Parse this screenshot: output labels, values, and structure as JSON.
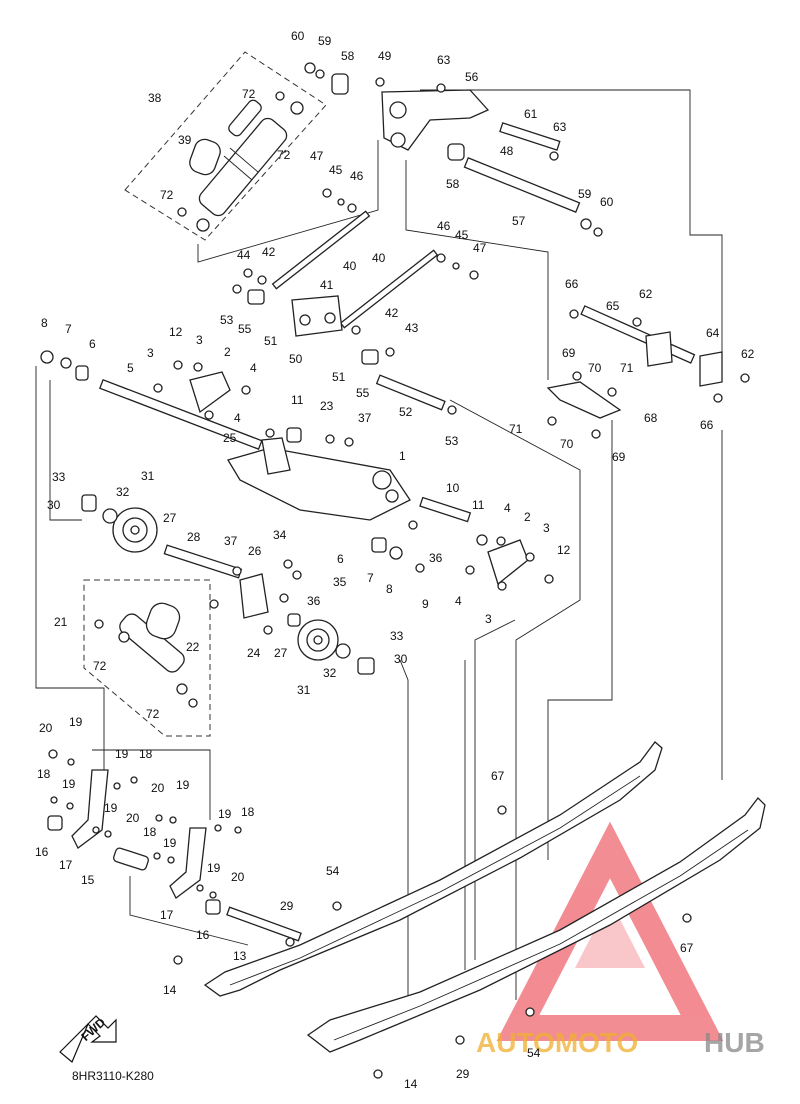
{
  "diagram_code": "8HR3110-K280",
  "fwd_label": "FWD",
  "watermark": {
    "brand_part1": "AUTOMOTO",
    "brand_part2": "HUB",
    "accent_color": "#e8303a",
    "muted_color": "#888888",
    "gold_color": "#f0b030"
  },
  "callouts": [
    {
      "id": "c1",
      "text": "1"
    },
    {
      "id": "c2a",
      "text": "2"
    },
    {
      "id": "c2b",
      "text": "2"
    },
    {
      "id": "c3a",
      "text": "3"
    },
    {
      "id": "c3b",
      "text": "3"
    },
    {
      "id": "c3c",
      "text": "3"
    },
    {
      "id": "c3d",
      "text": "3"
    },
    {
      "id": "c4a",
      "text": "4"
    },
    {
      "id": "c4b",
      "text": "4"
    },
    {
      "id": "c4c",
      "text": "4"
    },
    {
      "id": "c4d",
      "text": "4"
    },
    {
      "id": "c5",
      "text": "5"
    },
    {
      "id": "c6a",
      "text": "6"
    },
    {
      "id": "c6b",
      "text": "6"
    },
    {
      "id": "c7a",
      "text": "7"
    },
    {
      "id": "c7b",
      "text": "7"
    },
    {
      "id": "c8a",
      "text": "8"
    },
    {
      "id": "c8b",
      "text": "8"
    },
    {
      "id": "c9",
      "text": "9"
    },
    {
      "id": "c10",
      "text": "10"
    },
    {
      "id": "c11a",
      "text": "11"
    },
    {
      "id": "c11b",
      "text": "11"
    },
    {
      "id": "c12a",
      "text": "12"
    },
    {
      "id": "c12b",
      "text": "12"
    },
    {
      "id": "c13",
      "text": "13"
    },
    {
      "id": "c14a",
      "text": "14"
    },
    {
      "id": "c14b",
      "text": "14"
    },
    {
      "id": "c15",
      "text": "15"
    },
    {
      "id": "c16a",
      "text": "16"
    },
    {
      "id": "c16b",
      "text": "16"
    },
    {
      "id": "c17a",
      "text": "17"
    },
    {
      "id": "c17b",
      "text": "17"
    },
    {
      "id": "c18a",
      "text": "18"
    },
    {
      "id": "c18b",
      "text": "18"
    },
    {
      "id": "c18c",
      "text": "18"
    },
    {
      "id": "c18d",
      "text": "18"
    },
    {
      "id": "c19a",
      "text": "19"
    },
    {
      "id": "c19b",
      "text": "19"
    },
    {
      "id": "c19c",
      "text": "19"
    },
    {
      "id": "c19d",
      "text": "19"
    },
    {
      "id": "c19e",
      "text": "19"
    },
    {
      "id": "c19f",
      "text": "19"
    },
    {
      "id": "c19g",
      "text": "19"
    },
    {
      "id": "c19h",
      "text": "19"
    },
    {
      "id": "c20a",
      "text": "20"
    },
    {
      "id": "c20b",
      "text": "20"
    },
    {
      "id": "c20c",
      "text": "20"
    },
    {
      "id": "c20d",
      "text": "20"
    },
    {
      "id": "c21",
      "text": "21"
    },
    {
      "id": "c22",
      "text": "22"
    },
    {
      "id": "c23",
      "text": "23"
    },
    {
      "id": "c24",
      "text": "24"
    },
    {
      "id": "c25",
      "text": "25"
    },
    {
      "id": "c26",
      "text": "26"
    },
    {
      "id": "c27a",
      "text": "27"
    },
    {
      "id": "c27b",
      "text": "27"
    },
    {
      "id": "c28",
      "text": "28"
    },
    {
      "id": "c29a",
      "text": "29"
    },
    {
      "id": "c29b",
      "text": "29"
    },
    {
      "id": "c30a",
      "text": "30"
    },
    {
      "id": "c30b",
      "text": "30"
    },
    {
      "id": "c31a",
      "text": "31"
    },
    {
      "id": "c31b",
      "text": "31"
    },
    {
      "id": "c32a",
      "text": "32"
    },
    {
      "id": "c32b",
      "text": "32"
    },
    {
      "id": "c33a",
      "text": "33"
    },
    {
      "id": "c33b",
      "text": "33"
    },
    {
      "id": "c34",
      "text": "34"
    },
    {
      "id": "c35",
      "text": "35"
    },
    {
      "id": "c36a",
      "text": "36"
    },
    {
      "id": "c36b",
      "text": "36"
    },
    {
      "id": "c37a",
      "text": "37"
    },
    {
      "id": "c37b",
      "text": "37"
    },
    {
      "id": "c38",
      "text": "38"
    },
    {
      "id": "c39",
      "text": "39"
    },
    {
      "id": "c40a",
      "text": "40"
    },
    {
      "id": "c40b",
      "text": "40"
    },
    {
      "id": "c41",
      "text": "41"
    },
    {
      "id": "c42a",
      "text": "42"
    },
    {
      "id": "c42b",
      "text": "42"
    },
    {
      "id": "c43",
      "text": "43"
    },
    {
      "id": "c44",
      "text": "44"
    },
    {
      "id": "c45a",
      "text": "45"
    },
    {
      "id": "c45b",
      "text": "45"
    },
    {
      "id": "c46a",
      "text": "46"
    },
    {
      "id": "c46b",
      "text": "46"
    },
    {
      "id": "c47a",
      "text": "47"
    },
    {
      "id": "c47b",
      "text": "47"
    },
    {
      "id": "c48",
      "text": "48"
    },
    {
      "id": "c49",
      "text": "49"
    },
    {
      "id": "c50",
      "text": "50"
    },
    {
      "id": "c51a",
      "text": "51"
    },
    {
      "id": "c51b",
      "text": "51"
    },
    {
      "id": "c52",
      "text": "52"
    },
    {
      "id": "c53a",
      "text": "53"
    },
    {
      "id": "c53b",
      "text": "53"
    },
    {
      "id": "c54a",
      "text": "54"
    },
    {
      "id": "c54b",
      "text": "54"
    },
    {
      "id": "c55a",
      "text": "55"
    },
    {
      "id": "c55b",
      "text": "55"
    },
    {
      "id": "c56",
      "text": "56"
    },
    {
      "id": "c57",
      "text": "57"
    },
    {
      "id": "c58a",
      "text": "58"
    },
    {
      "id": "c58b",
      "text": "58"
    },
    {
      "id": "c59a",
      "text": "59"
    },
    {
      "id": "c59b",
      "text": "59"
    },
    {
      "id": "c60a",
      "text": "60"
    },
    {
      "id": "c60b",
      "text": "60"
    },
    {
      "id": "c61",
      "text": "61"
    },
    {
      "id": "c62a",
      "text": "62"
    },
    {
      "id": "c62b",
      "text": "62"
    },
    {
      "id": "c63a",
      "text": "63"
    },
    {
      "id": "c63b",
      "text": "63"
    },
    {
      "id": "c64",
      "text": "64"
    },
    {
      "id": "c65",
      "text": "65"
    },
    {
      "id": "c66a",
      "text": "66"
    },
    {
      "id": "c66b",
      "text": "66"
    },
    {
      "id": "c67a",
      "text": "67"
    },
    {
      "id": "c67b",
      "text": "67"
    },
    {
      "id": "c68",
      "text": "68"
    },
    {
      "id": "c69a",
      "text": "69"
    },
    {
      "id": "c69b",
      "text": "69"
    },
    {
      "id": "c70a",
      "text": "70"
    },
    {
      "id": "c70b",
      "text": "70"
    },
    {
      "id": "c71a",
      "text": "71"
    },
    {
      "id": "c71b",
      "text": "71"
    },
    {
      "id": "c72a",
      "text": "72"
    },
    {
      "id": "c72b",
      "text": "72"
    },
    {
      "id": "c72c",
      "text": "72"
    },
    {
      "id": "c72d",
      "text": "72"
    },
    {
      "id": "c72e",
      "text": "72"
    }
  ]
}
